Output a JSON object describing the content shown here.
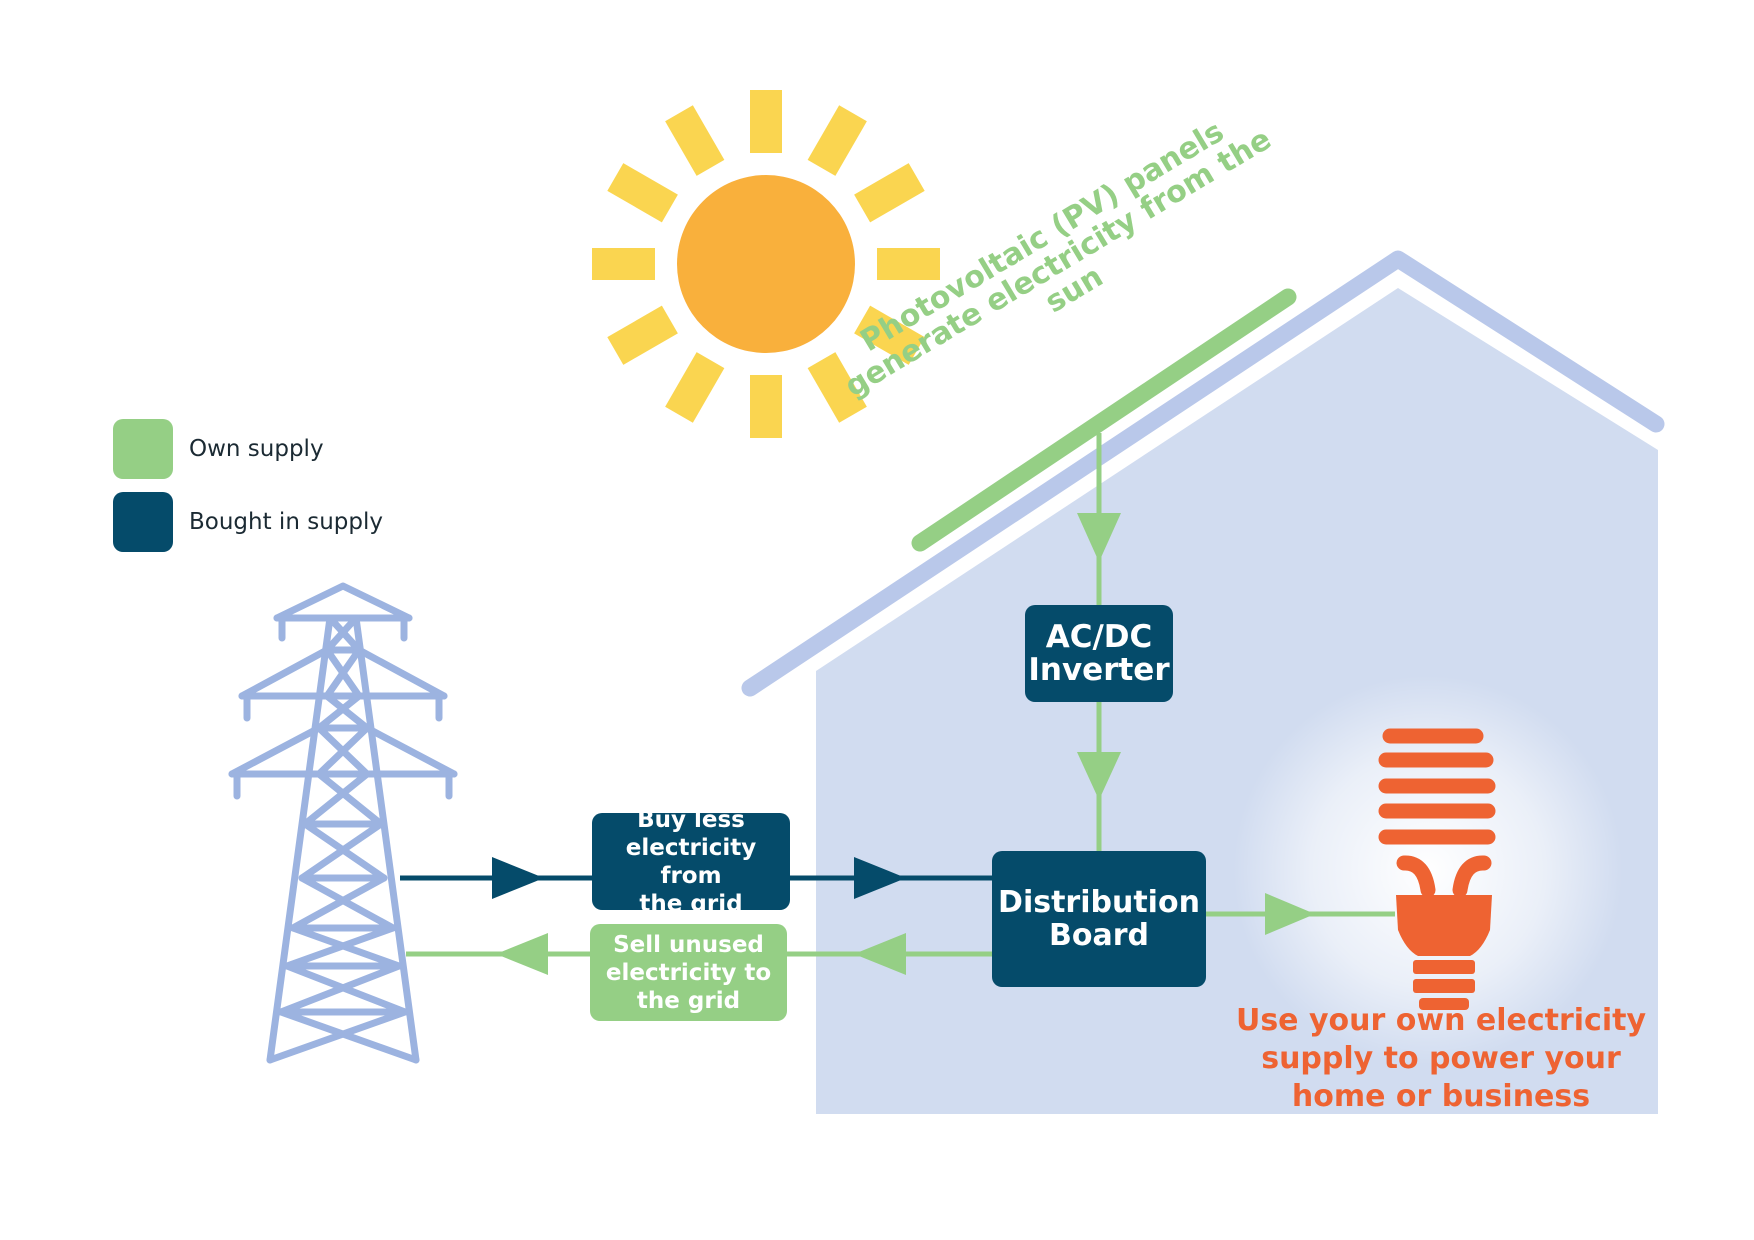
{
  "colors": {
    "own_supply": "#95cf85",
    "bought_supply": "#054b6a",
    "pylon": "#9cb3e0",
    "house_fill": "#d1dcf0",
    "roof_line": "#b9c8ea",
    "sun_core": "#f9b03c",
    "sun_rays": "#fad550",
    "bulb": "#ee6332"
  },
  "icons": [
    "sun-icon",
    "pylon-icon",
    "house-icon",
    "pv-panel-icon",
    "light-bulb-icon"
  ],
  "legend": {
    "items": [
      {
        "label": "Own supply",
        "color": "#95cf85"
      },
      {
        "label": "Bought in supply",
        "color": "#054b6a"
      }
    ]
  },
  "pv_panels": {
    "label": "Photovoltaic (PV) panels generate electricity from the sun"
  },
  "inverter": {
    "line1": "AC/DC",
    "line2": "Inverter"
  },
  "distribution_board": {
    "line1": "Distribution",
    "line2": "Board"
  },
  "buy_box": {
    "line1": "Buy less",
    "line2": "electricity from",
    "line3": "the grid"
  },
  "sell_box": {
    "line1": "Sell unused",
    "line2": "electricity to",
    "line3": "the grid"
  },
  "use_label": {
    "text": "Use your own electricity supply to power your home or business"
  }
}
